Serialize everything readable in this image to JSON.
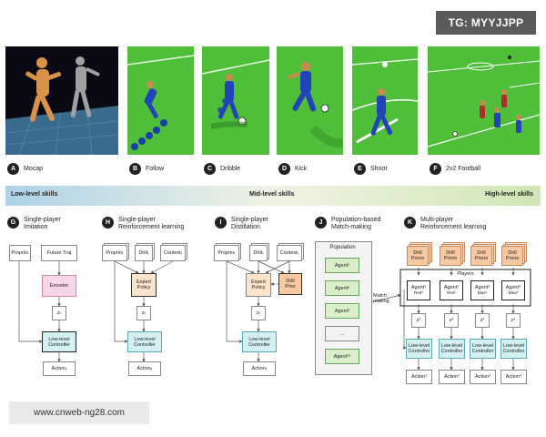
{
  "watermark_top": "TG: MYYJJPP",
  "watermark_bottom": "www.cnweb-ng28.com",
  "panels": [
    {
      "letter": "A",
      "label": "Mocap"
    },
    {
      "letter": "B",
      "label": "Follow"
    },
    {
      "letter": "C",
      "label": "Dribble"
    },
    {
      "letter": "D",
      "label": "Kick"
    },
    {
      "letter": "E",
      "label": "Shoot"
    },
    {
      "letter": "F",
      "label": "2v2 Football"
    }
  ],
  "skills": {
    "low": "Low-level skills",
    "mid": "Mid-level skills",
    "high": "High-level skills"
  },
  "sections": {
    "G": {
      "letter": "G",
      "title": "Single-player\nImitation"
    },
    "H": {
      "letter": "H",
      "title": "Single-player\nReinforcement learning"
    },
    "I": {
      "letter": "I",
      "title": "Single-player\nDistillation"
    },
    "J": {
      "letter": "J",
      "title": "Population-based\nMatch-making"
    },
    "K": {
      "letter": "K",
      "title": "Multi-player\nReinforcement learning"
    }
  },
  "diagram": {
    "proprio": "Proprioₜ",
    "future_traj": "Future Traj",
    "encoder": "Encoder",
    "z": "zₜ",
    "low_level_controller": "Low-level\nController",
    "action": "Actionₜ",
    "drill": "Drillₜ",
    "context": "Contextₜ",
    "expert_policy": "Expert\nPolicy",
    "drill_prior": "Drill\nPrior",
    "population": "Population",
    "agents": [
      "Agent¹",
      "Agent²",
      "Agent³",
      "...",
      "Agent¹⁶"
    ],
    "drill_priors": "Drill\nPriors",
    "players": "Players",
    "match_making": "Match\nmaking",
    "k_agents": [
      {
        "agent": "Agent¹",
        "team": "Red¹"
      },
      {
        "agent": "Agent²",
        "team": "Red²"
      },
      {
        "agent": "Agent³",
        "team": "Blue¹"
      },
      {
        "agent": "Agent⁴",
        "team": "Blue²"
      }
    ],
    "k_z": [
      "z¹",
      "z²",
      "z³",
      "z⁴"
    ],
    "k_actions": [
      "Action¹",
      "Action²",
      "Action³",
      "Action⁴"
    ]
  },
  "colors": {
    "encoder": "#f8d6ea",
    "expert": "#fbe3cc",
    "controller": "#d4f0f3",
    "agent": "#d9efcc",
    "drill": "#f7c9a2"
  }
}
